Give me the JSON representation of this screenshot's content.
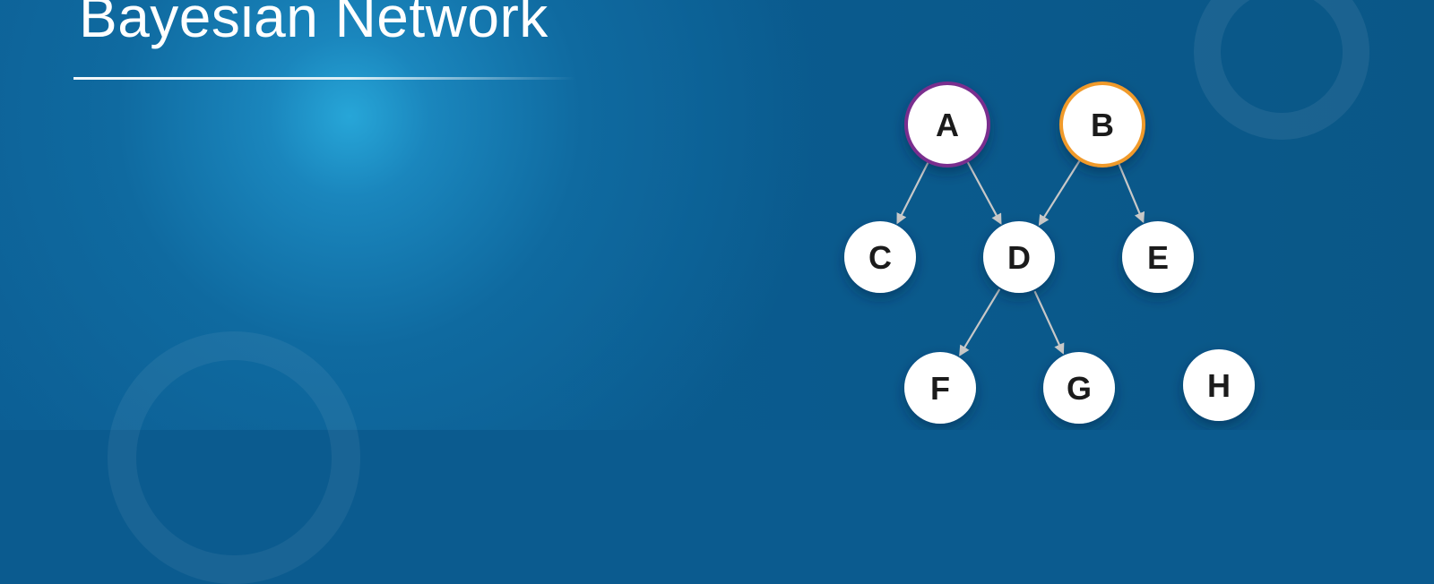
{
  "title": "Bayesian Network",
  "diagram": {
    "nodes": [
      {
        "id": "A",
        "label": "A",
        "ring_color": "#7a2e8e"
      },
      {
        "id": "B",
        "label": "B",
        "ring_color": "#f09a2a"
      },
      {
        "id": "C",
        "label": "C",
        "ring_color": ""
      },
      {
        "id": "D",
        "label": "D",
        "ring_color": ""
      },
      {
        "id": "E",
        "label": "E",
        "ring_color": ""
      },
      {
        "id": "F",
        "label": "F",
        "ring_color": ""
      },
      {
        "id": "G",
        "label": "G",
        "ring_color": ""
      },
      {
        "id": "H",
        "label": "H",
        "ring_color": ""
      }
    ],
    "edges": [
      {
        "from": "A",
        "to": "C"
      },
      {
        "from": "A",
        "to": "D"
      },
      {
        "from": "B",
        "to": "D"
      },
      {
        "from": "B",
        "to": "E"
      },
      {
        "from": "D",
        "to": "F"
      },
      {
        "from": "D",
        "to": "G"
      }
    ],
    "node_fill": "#ffffff",
    "arrow_color": "#c8c8c8"
  }
}
